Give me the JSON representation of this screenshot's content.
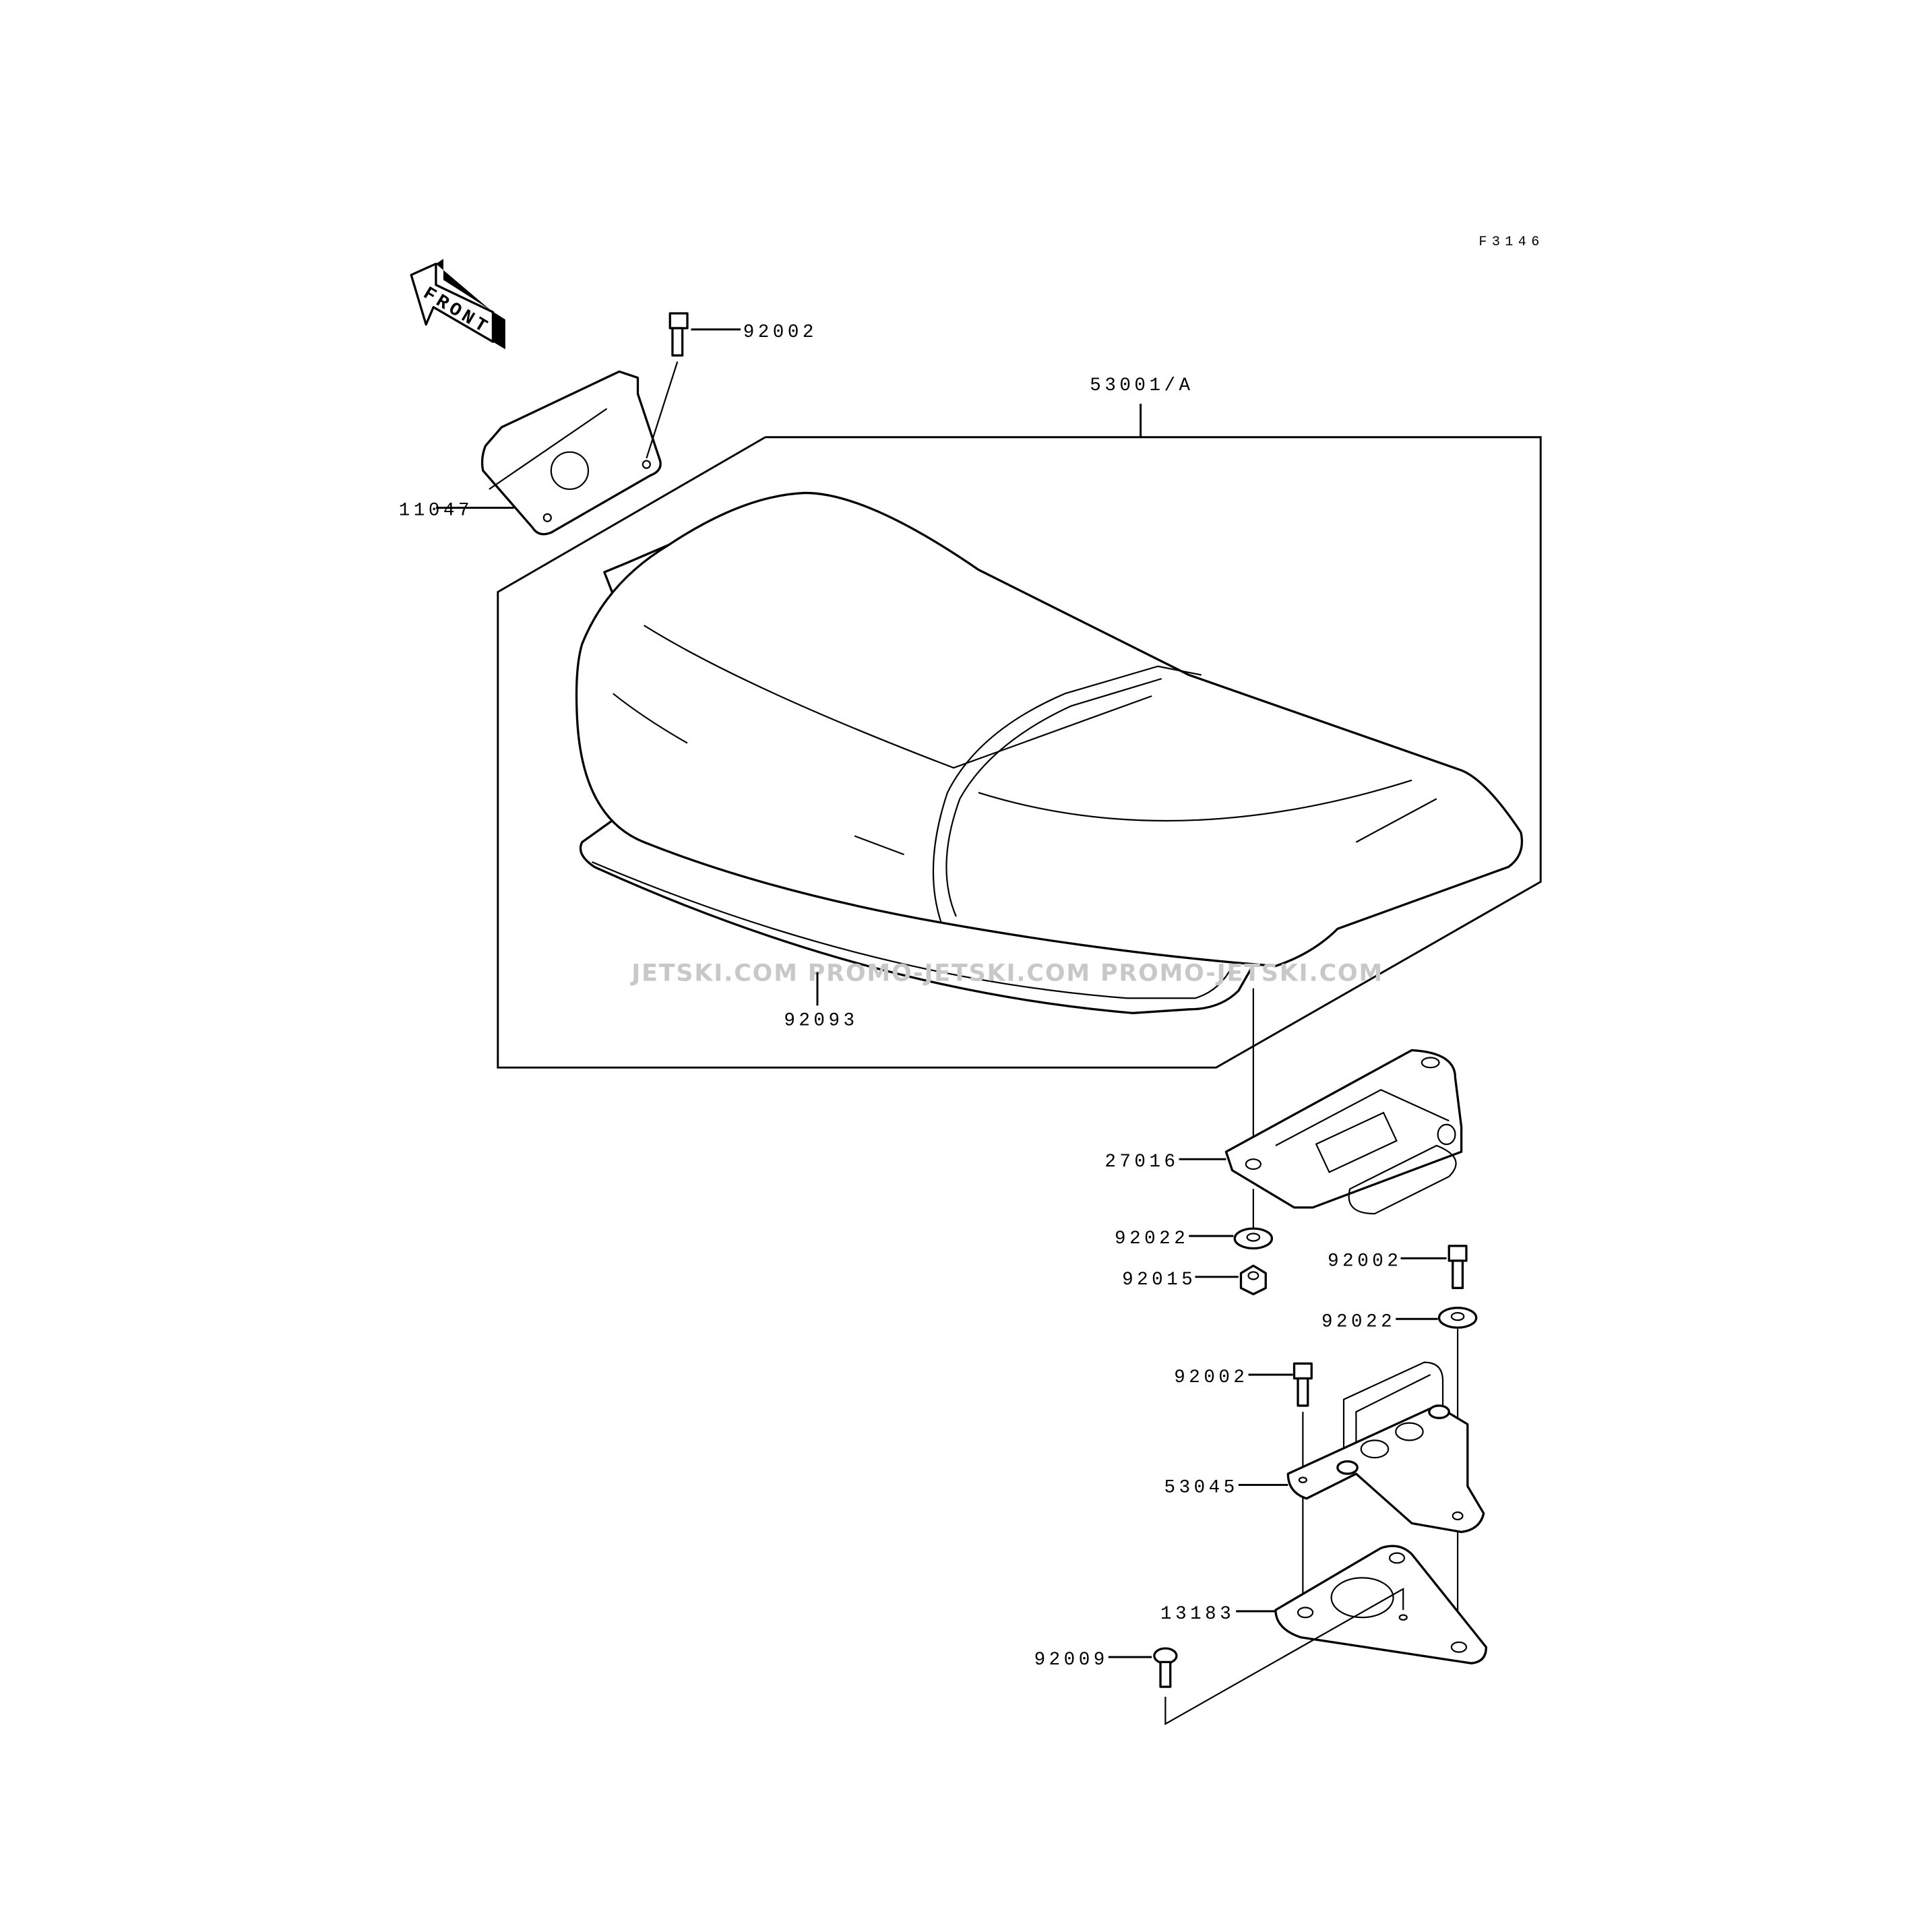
{
  "diagram": {
    "reference_code": "F3146",
    "front_arrow_label": "FRONT",
    "watermark": "JETSKI.COM   PROMO-JETSKI.COM   PROMO-JETSKI.COM",
    "callouts": [
      {
        "id": "92002-top",
        "label": "92002"
      },
      {
        "id": "53001",
        "label": "53001/A"
      },
      {
        "id": "11047",
        "label": "11047"
      },
      {
        "id": "92093",
        "label": "92093"
      },
      {
        "id": "27016",
        "label": "27016"
      },
      {
        "id": "92022-left",
        "label": "92022"
      },
      {
        "id": "92015",
        "label": "92015"
      },
      {
        "id": "92002-right",
        "label": "92002"
      },
      {
        "id": "92022-right",
        "label": "92022"
      },
      {
        "id": "92002-mid",
        "label": "92002"
      },
      {
        "id": "53045",
        "label": "53045"
      },
      {
        "id": "13183",
        "label": "13183"
      },
      {
        "id": "92009",
        "label": "92009"
      }
    ]
  }
}
